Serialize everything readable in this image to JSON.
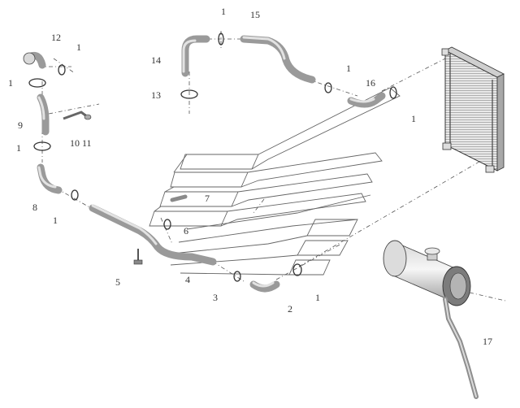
{
  "diagram": {
    "callouts": {
      "c1_top": "1",
      "c15": "15",
      "c12": "12",
      "c1_a": "1",
      "c14": "14",
      "c1_b": "1",
      "c1_c": "1",
      "c16": "16",
      "c13": "13",
      "c1_d": "1",
      "c9": "9",
      "c1_e": "1",
      "c10_11": "10 11",
      "c7": "7",
      "c8": "8",
      "c1_f": "1",
      "c6": "6",
      "c5": "5",
      "c4": "4",
      "c3": "3",
      "c2": "2",
      "c1_g": "1",
      "c17": "17"
    },
    "colors": {
      "pipe": "#9a9a9a",
      "pipe_highlight": "#e2e2e2",
      "line": "#555555",
      "label": "#333333"
    }
  }
}
